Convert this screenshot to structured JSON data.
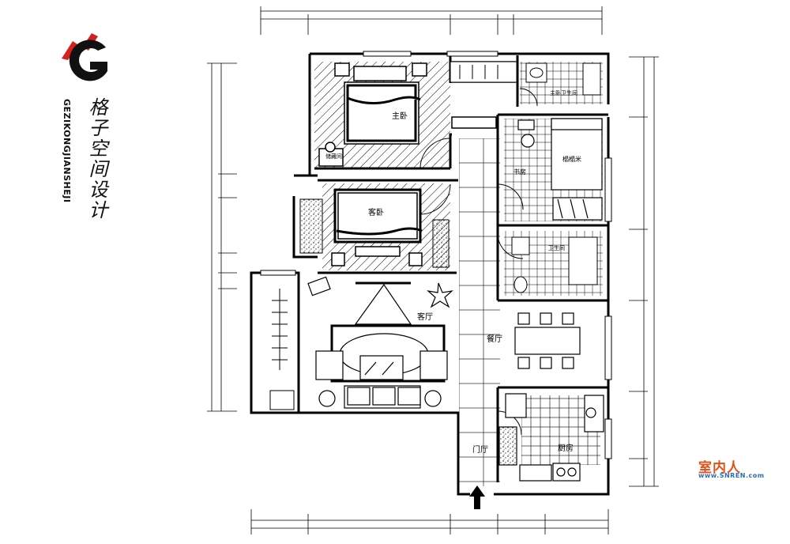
{
  "logo": {
    "brand_latin": "GEZIKONGJIANSHEJI",
    "brand_cn": "格子空间设计",
    "accent_color": "#d42020"
  },
  "rooms": {
    "master_bedroom": "主卧",
    "guest_bedroom": "客卧",
    "living_room": "客厅",
    "dining_room": "餐厅",
    "foyer": "门厅",
    "kitchen": "厨房",
    "master_bath": "主卧卫生间",
    "guest_bath": "卫生间",
    "study": "书房",
    "storage": "储藏间",
    "tatami": "榻榻米"
  },
  "icons": {
    "entrance": "arrow-up-icon"
  },
  "watermark": {
    "main": "室内人",
    "sub": "www.SNREN.com",
    "main_color": "#e0501a",
    "sub_color": "#2c6db5"
  }
}
